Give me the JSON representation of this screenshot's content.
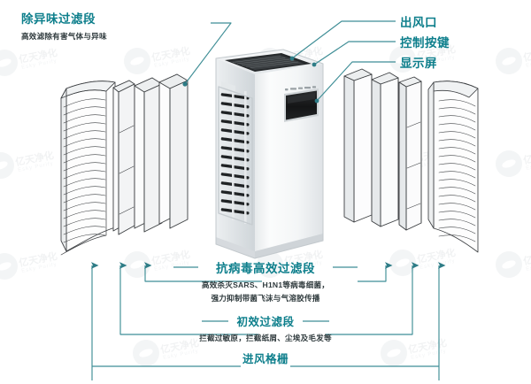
{
  "page": {
    "subject": "空气净化器结构分解图",
    "accent_color": "#0e7f8c",
    "line_color": "#3f8e96",
    "subtitle_color": "#2f3a3d",
    "background_color": "#ffffff"
  },
  "watermark": {
    "cn": "亿天净化",
    "en": "Esky Purify"
  },
  "callouts": {
    "odor": {
      "title": "除异味过滤段",
      "subtitle": "高效滤除有害气体与异味"
    },
    "air_outlet": {
      "title": "出风口"
    },
    "control_keys": {
      "title": "控制按键"
    },
    "display_screen": {
      "title": "显示屏"
    },
    "antivirus": {
      "title": "抗病毒高效过滤段",
      "subtitle_line1": "高效杀灭SARS、H1N1等病毒细菌，",
      "subtitle_line2": "强力抑制带菌飞沫与气溶胶传播"
    },
    "primary_filter": {
      "title": "初效过滤段",
      "subtitle": "拦截过敏原，拦截纸屑、尘埃及毛发等"
    },
    "intake_grille": {
      "title": "进风格栅"
    }
  }
}
